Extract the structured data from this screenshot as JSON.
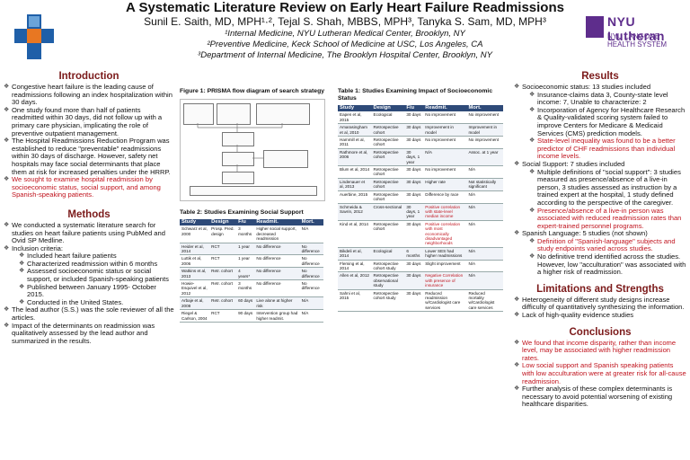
{
  "header": {
    "title": "A Systematic Literature Review on Early Heart Failure Readmissions",
    "authors": "Sunil E. Saith, MD, MPH¹·², Tejal S. Shah, MBBS, MPH³, Tanyka S. Sam, MD, MPH³",
    "affiliations": [
      "¹Internal Medicine, NYU Lutheran Medical Center, Brooklyn, NY",
      "²Preventive Medicine, Keck School of Medicine at USC, Los Angeles, CA",
      "³Department of Internal Medicine, The Brooklyn Hospital Center, Brooklyn, NY"
    ],
    "logo_right": {
      "name": "NYU Lutheran",
      "sub": "NYU LANGONE HEALTH SYSTEM"
    }
  },
  "colors": {
    "heading": "#7b1a1a",
    "highlight": "#c0141e",
    "table_header": "#2e4a78",
    "nyu_purple": "#5e2d8c"
  },
  "introduction": {
    "heading": "Introduction",
    "items": [
      "Congestive heart failure is the leading cause of readmissions following an index hospitalization within 30 days.",
      "One study found more than half of patients readmitted within 30 days, did not follow up with a primary care physician, implicating the role of preventive outpatient management.",
      "The Hospital Readmissions Reduction Program was established to reduce \"preventable\" readmissions within 30 days of discharge. However, safety net hospitals may face social determinants that place them at risk for increased penalties under the HRRP.",
      "We sought to examine hospital readmission by socioeconomic status, social support, and among Spanish-speaking patients."
    ]
  },
  "methods": {
    "heading": "Methods",
    "items": [
      "We conducted a systematic literature search for studies on heart failure patients using PubMed and Ovid SP Medline.",
      "Inclusion criteria:",
      "The lead author (S.S.) was the sole reviewer of all the articles.",
      "Impact of the determinants on readmission was qualitatively assessed by the lead author and summarized in the results."
    ],
    "inclusion": [
      "Included heart failure patients",
      "Characterized readmission within 6 months",
      "Assessed socioeconomic status or social support, or included Spanish-speaking patients",
      "Published between January 1995- October 2015.",
      "Conducted in the United States."
    ]
  },
  "figure1": {
    "caption": "Figure 1: PRISMA flow diagram of search strategy"
  },
  "table2": {
    "caption": "Table 2: Studies Examining Social Support",
    "columns": [
      "Study",
      "Design",
      "F/u",
      "Readmit.",
      "Mort."
    ],
    "rows": [
      [
        "Schwarz et al, 2000",
        "Prosp. Pred. design",
        "3 months",
        "Higher social support, decreased readmission",
        "N/A"
      ],
      [
        "Heider et al, 2014",
        "RCT",
        "1 year",
        "No difference",
        "No difference"
      ],
      [
        "Luttik et al, 2006",
        "RCT",
        "1 year",
        "No difference",
        "No difference"
      ],
      [
        "Watkins et al, 2013",
        "Retr. cohort",
        "4 years*",
        "No difference",
        "No difference"
      ],
      [
        "Howie-Esquivel et al, 2012",
        "Retr. cohort",
        "3 months",
        "No difference",
        "No difference"
      ],
      [
        "Arbaje et al, 2008",
        "Retr. cohort",
        "60 days",
        "Live alone at higher risk",
        "N/A"
      ],
      [
        "Riegel & Carlson, 2004",
        "RCT",
        "90 days",
        "Intervention group had higher readmit.",
        "N/A"
      ]
    ]
  },
  "table1": {
    "caption": "Table 1: Studies Examining Impact of Socioeconomic Status",
    "columns": [
      "Study",
      "Design",
      "F/u",
      "Readmit.",
      "Mort."
    ],
    "rows": [
      [
        "Eapen et al, 2015",
        "Ecological",
        "30 days",
        "No improvement",
        "No improvement"
      ],
      [
        "Amarasingham et al, 2010",
        "Retrospective cohort",
        "30 days",
        "Improvement in model",
        "Improvement in model"
      ],
      [
        "Hammill et al, 2011",
        "Retrospective cohort",
        "30 days",
        "No improvement",
        "No improvement"
      ],
      [
        "Rathmore et al, 2006",
        "Retrospective cohort",
        "30 days, 1 year",
        "N/A",
        "Assoc. at 1 year"
      ],
      [
        "Blum et al, 2014",
        "Retrospective cohort",
        "30 days",
        "No improvement",
        "N/A"
      ],
      [
        "Lindenauer et al, 2013",
        "Retrospective cohort",
        "30 days",
        "Higher rate",
        "Not statistically significant"
      ],
      [
        "Auerbine, 2015",
        "Retrospective cohort",
        "30 days",
        "Difference by race",
        "N/A"
      ],
      [
        "Schmeida & Savrin, 2012",
        "Cross-sectional",
        "30 days, 1 year",
        "Positive correlation with state-level median income",
        "N/A"
      ],
      [
        "Kind et al, 2014",
        "Retrospective cohort",
        "30 days",
        "Positive correlation with most economically disadvantaged neighborhoods",
        "N/A"
      ],
      [
        "Bikdeli et al, 2014",
        "Ecological",
        "6 months",
        "Lower SES had higher readmissions",
        "N/A"
      ],
      [
        "Fleming et al, 2014",
        "Retrospective cohort study",
        "30 days",
        "Slight improvement",
        "N/A"
      ],
      [
        "Allen et al, 2012",
        "Retrospective observational study",
        "30 days",
        "Negative Correlation with presence of insurance",
        "N/A"
      ],
      [
        "Sahni et al, 2015",
        "Retrospective cohort study",
        "30 days",
        "Reduced readmission w/Cardiologist care services",
        "Reduced mortality w/Cardiologist care services"
      ]
    ]
  },
  "results": {
    "heading": "Results",
    "ses": "Socioeconomic status: 13 studies included",
    "ses_items": [
      "Insurance-claims data 3, County-state level income: 7, Unable to characterize: 2",
      "Incorporation of Agency for Healthcare Research & Quality-validated scoring system failed to improve Centers for Medicare & Medicaid Services (CMS) prediction models.",
      "State-level inequality was found to be a better predictor of CHF readmissions than individual income levels."
    ],
    "social": "Social Support: 7 studies included",
    "social_items": [
      "Multiple definitions of \"social support\": 3 studies measured as presence/absence of a live-in person, 3 studies assessed as instruction by a trained expert at the hospital, 1 study defined according to the perspective of the caregiver.",
      "Presence/absence of a live-in person was associated with reduced readmission rates than expert-trained personnel programs."
    ],
    "spanish": "Spanish Language: 5 studies (not shown)",
    "spanish_items": [
      "Definition of \"Spanish-language\" subjects and study endpoints varied across studies.",
      "No definitive trend identified across the studies. However, low \"acculturation\" was associated with a higher risk of readmission."
    ]
  },
  "limitations": {
    "heading": "Limitations and Strengths",
    "items": [
      "Heterogeneity of different study designs increase difficulty of quantitatively synthesizing the information.",
      "Lack of high-quality evidence studies"
    ]
  },
  "conclusions": {
    "heading": "Conclusions",
    "items": [
      "We found that income disparity, rather than income level, may be associated with higher readmission rates.",
      "Low social support and Spanish speaking patients with low acculturation were at greater risk for all-cause readmission.",
      "Further analysis of these complex determinants is necessary to avoid potential worsening of existing healthcare disparities."
    ]
  }
}
